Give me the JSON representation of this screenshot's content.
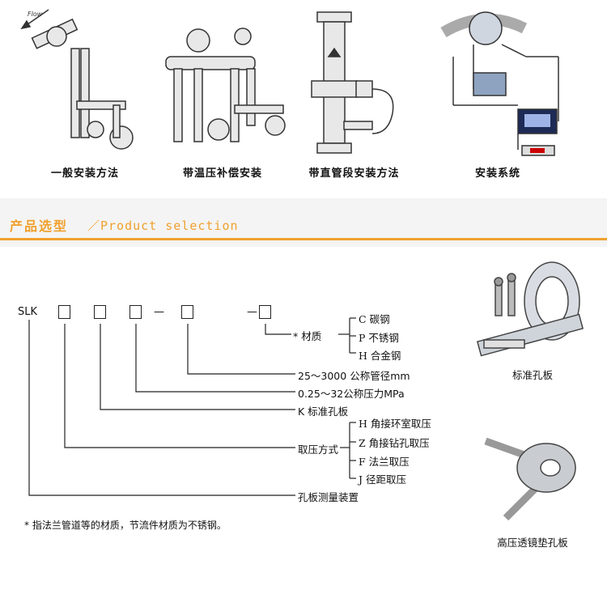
{
  "installations": [
    {
      "caption": "一般安装方法"
    },
    {
      "caption": "带温压补偿安装"
    },
    {
      "caption": "带直管段安装方法"
    },
    {
      "caption": "安装系统"
    }
  ],
  "flow_label": "Flow",
  "section": {
    "title": "产品选型",
    "subtitle": "／Product selection"
  },
  "model": {
    "prefix": "SLK",
    "dash1": "—",
    "dash2": "—"
  },
  "material": {
    "label": "* 材质",
    "options": [
      {
        "code": "C",
        "name": "碳钢"
      },
      {
        "code": "P",
        "name": "不锈钢"
      },
      {
        "code": "H",
        "name": "合金钢"
      }
    ]
  },
  "diameter": "25～3000  公称管径mm",
  "pressure": "0.25～32公称压力MPa",
  "plate": "K 标准孔板",
  "tap": {
    "label": "取压方式",
    "options": [
      {
        "code": "H",
        "name": "角接环室取压"
      },
      {
        "code": "Z",
        "name": "角接钻孔取压"
      },
      {
        "code": "F",
        "name": "法兰取压"
      },
      {
        "code": "J",
        "name": "径距取压"
      }
    ]
  },
  "device": "孔板测量装置",
  "note": "*  指法兰管道等的材质，节流件材质为不锈钢。",
  "products": [
    {
      "caption": "标准孔板"
    },
    {
      "caption": "高压透镜垫孔板"
    }
  ],
  "colors": {
    "accent": "#f0a02e",
    "line": "#222222"
  }
}
